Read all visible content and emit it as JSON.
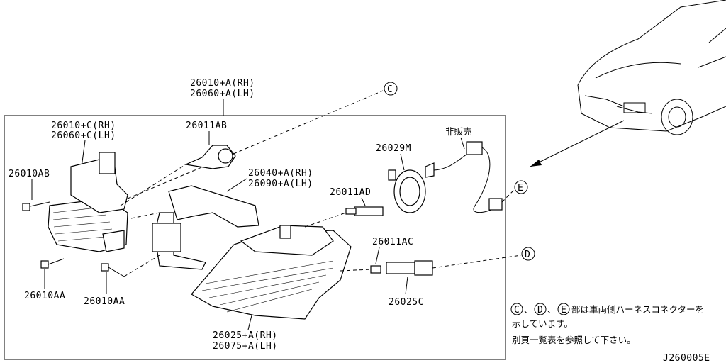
{
  "callouts": {
    "c_top": "C",
    "d_right": "D",
    "e_right": "E"
  },
  "parts": {
    "headlamp_assy_rh": "26010+A(RH)",
    "headlamp_assy_lh": "26060+A(LH)",
    "bracket_rh": "26010+C(RH)",
    "bracket_lh": "26060+C(LH)",
    "bulb_26011ab": "26011AB",
    "screw_26010ab": "26010AB",
    "gasket_rh": "26040+A(RH)",
    "gasket_lh": "26090+A(LH)",
    "cap_26029m": "26029M",
    "not_for_sale": "非販売",
    "bulb_26011ad": "26011AD",
    "bulb_26011ac": "26011AC",
    "socket_26025c": "26025C",
    "screw_26010aa_1": "26010AA",
    "screw_26010aa_2": "26010AA",
    "lens_rh": "26025+A(RH)",
    "lens_lh": "26075+A(LH)"
  },
  "note": {
    "line1_prefix": "部は車両側ハーネスコネクターを",
    "line2": "示しています。",
    "line3": "別頁一覧表を参照して下さい。",
    "sep": "、"
  },
  "diagram_id": "J260005E"
}
